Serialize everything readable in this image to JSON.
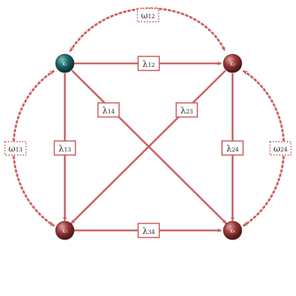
{
  "colors": {
    "edge": "#cc5a5a",
    "node_teal": "#1f6b6b",
    "node_red": "#9c3b3b",
    "background": "#ffffff"
  },
  "nodes": [
    {
      "id": "x1",
      "base": "x",
      "sub": "1",
      "color": "teal"
    },
    {
      "id": "x2",
      "base": "x",
      "sub": "2",
      "color": "red"
    },
    {
      "id": "x3",
      "base": "x",
      "sub": "3",
      "color": "red"
    },
    {
      "id": "x4",
      "base": "x",
      "sub": "4",
      "color": "red"
    }
  ],
  "edges": [
    {
      "id": "lambda12",
      "from": "x1",
      "to": "x2",
      "base": "λ",
      "sub": "12"
    },
    {
      "id": "lambda13",
      "from": "x1",
      "to": "x3",
      "base": "λ",
      "sub": "13"
    },
    {
      "id": "lambda14",
      "from": "x1",
      "to": "x4",
      "base": "λ",
      "sub": "14"
    },
    {
      "id": "lambda23",
      "from": "x2",
      "to": "x3",
      "base": "λ",
      "sub": "23"
    },
    {
      "id": "lambda24",
      "from": "x2",
      "to": "x4",
      "base": "λ",
      "sub": "24"
    },
    {
      "id": "lambda34",
      "from": "x3",
      "to": "x4",
      "base": "λ",
      "sub": "34"
    }
  ],
  "dotted_edges": [
    {
      "id": "omega12",
      "between": [
        "x1",
        "x2"
      ],
      "base": "ω",
      "sub": "12"
    },
    {
      "id": "omega13",
      "between": [
        "x1",
        "x3"
      ],
      "base": "ω",
      "sub": "13"
    },
    {
      "id": "omega24",
      "between": [
        "x2",
        "x4"
      ],
      "base": "ω",
      "sub": "24"
    }
  ]
}
